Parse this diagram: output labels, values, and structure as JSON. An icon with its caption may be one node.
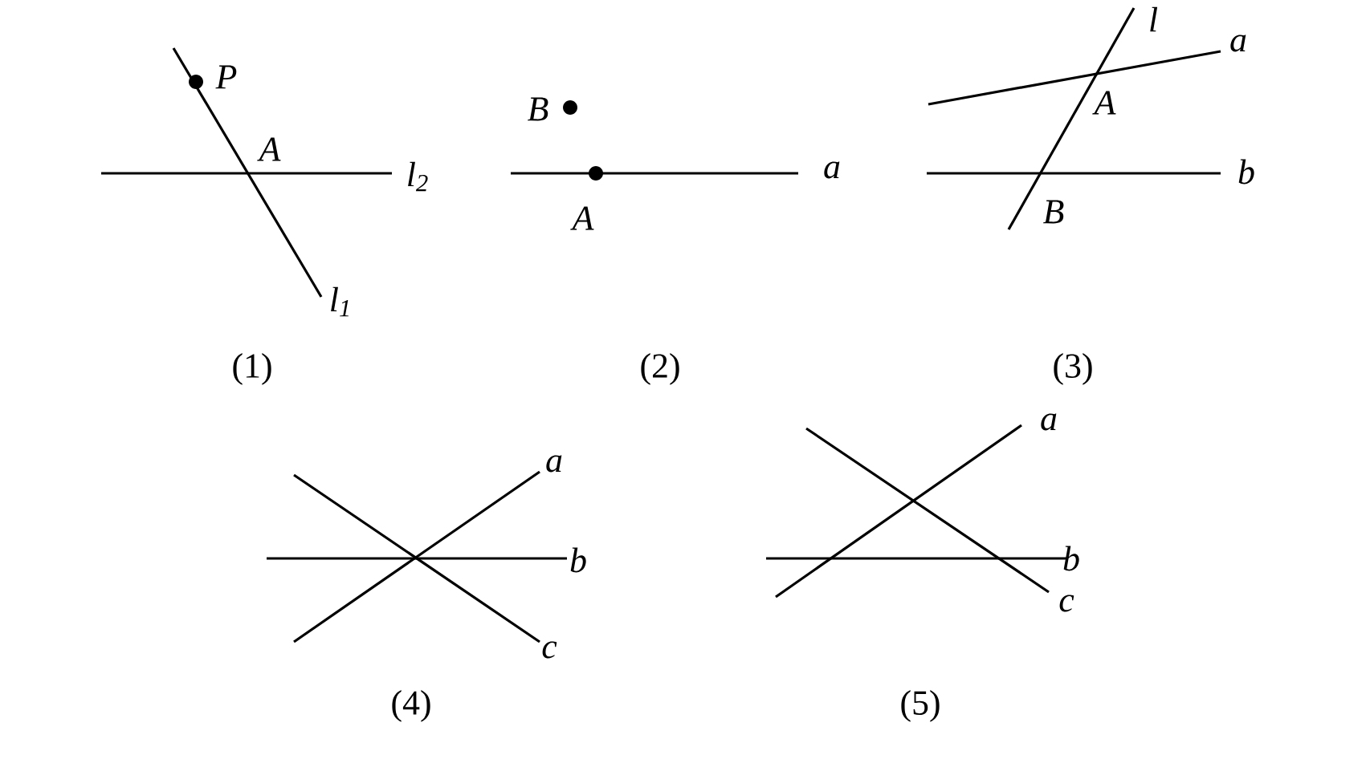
{
  "diagram": {
    "labels": [
      "P",
      "A",
      "l$_{2}$",
      "l$_{1}$",
      "B",
      "A",
      "a",
      "l",
      "a",
      "A",
      "b",
      "B",
      "(1)",
      "(2)",
      "(3)",
      "a",
      "b",
      "c",
      "a",
      "b",
      "c",
      "(4)",
      "(5)"
    ]
  }
}
